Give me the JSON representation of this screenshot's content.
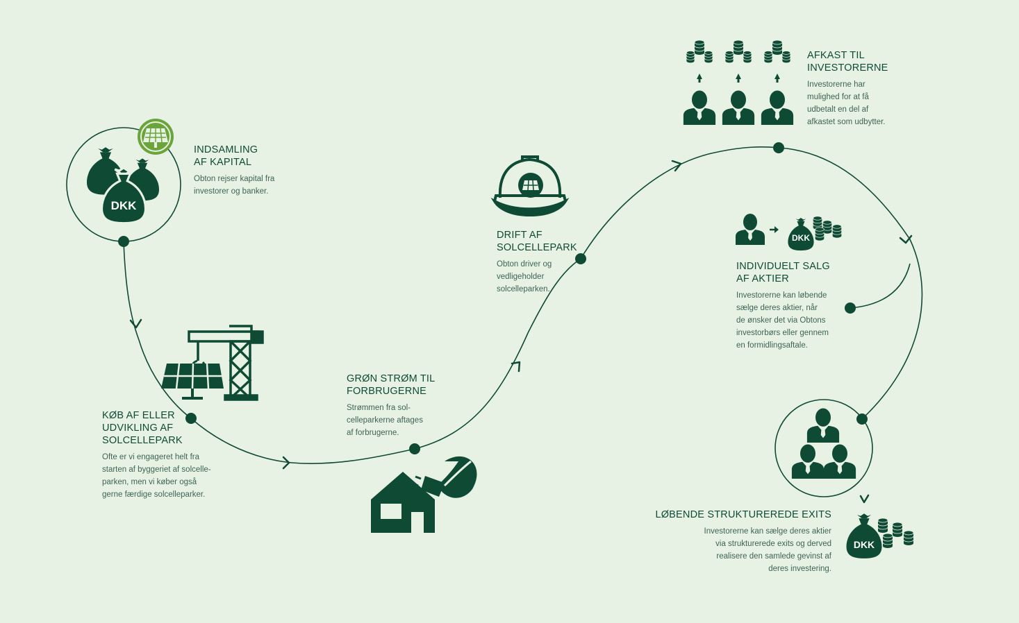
{
  "steps": [
    {
      "title": "INDSAMLING\nAF KAPITAL",
      "text": "Obton rejser kapital fra\ninvestorer og banker."
    },
    {
      "title": "KØB AF ELLER\nUDVIKLING AF\nSOLCELLEPARK",
      "text": "Ofte er vi engageret helt fra\nstarten af byggeriet af solcelle-\nparken, men vi køber også\ngerne færdige solcelleparker."
    },
    {
      "title": "GRØN STRØM TIL\nFORBRUGERNE",
      "text": "Strømmen fra sol-\ncelleparkerne aftages\naf forbrugerne."
    },
    {
      "title": "DRIFT AF\nSOLCELLEPARK",
      "text": "Obton driver og\nvedligeholder\nsolcelleparken."
    },
    {
      "title": "AFKAST TIL\nINVESTORERNE",
      "text": "Investorerne har\nmulighed for at få\nudbetalt en del af\nafkastet som udbytter."
    },
    {
      "title": "INDIVIDUELT SALG\nAF AKTIER",
      "text": "Investorerne kan løbende\nsælge deres aktier, når\nde ønsker det via Obtons\ninvestorbørs eller gennem\nen formidlingsaftale."
    },
    {
      "title": "LØBENDE STRUKTUREREDE EXITS",
      "text": "Investorerne kan sælge deres aktier\nvia strukturerede exits og derved\nrealisere den samlede gevinst af\nderes investering."
    }
  ],
  "currency_label": "DKK",
  "icons": {
    "money_bags": "money-bags-icon",
    "solar_badge": "solar-panel-badge-icon",
    "crane_solar": "crane-solar-construction-icon",
    "house_plug": "house-plug-leaf-icon",
    "helmet": "hard-hat-solar-icon",
    "investors_coins": "investors-coins-icon",
    "person_to_bag": "person-to-money-bag-icon",
    "group": "investor-group-icon",
    "exit_bag": "money-bag-coins-icon"
  },
  "colors": {
    "background": "#e7f2e4",
    "primary": "#0f4a35",
    "accent": "#6aa43a"
  }
}
